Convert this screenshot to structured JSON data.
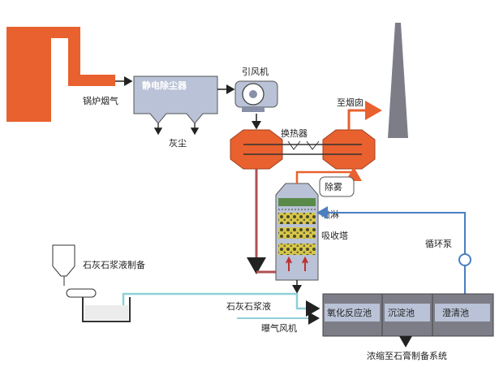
{
  "diagram": {
    "labels": {
      "boiler_flue_gas": "锅炉烟气",
      "esp": "静电除尘器",
      "ash": "灰尘",
      "induced_fan": "引风机",
      "to_chimney": "至烟囱",
      "heat_exchanger": "换热器",
      "demister": "除雾",
      "spray": "喷淋",
      "absorber": "吸收塔",
      "circulation_pump": "循环泵",
      "limestone_prep": "石灰石浆液制备",
      "limestone_slurry": "石灰石浆液",
      "oxidation_tank": "氧化反应池",
      "settling_tank": "沉淀池",
      "clarifying_tank": "澄清池",
      "aeration_fan": "曝气风机",
      "to_gypsum": "浓缩至石膏制备系统"
    },
    "colors": {
      "flue_gas": "#e8612e",
      "equipment": "#b9c2d6",
      "equipment_dark": "#8790a8",
      "clean_gas_duct": "#b05050",
      "slurry_line": "#4a7fc0",
      "water_line": "#8fd0d8",
      "tank": "#7d7d88"
    }
  }
}
